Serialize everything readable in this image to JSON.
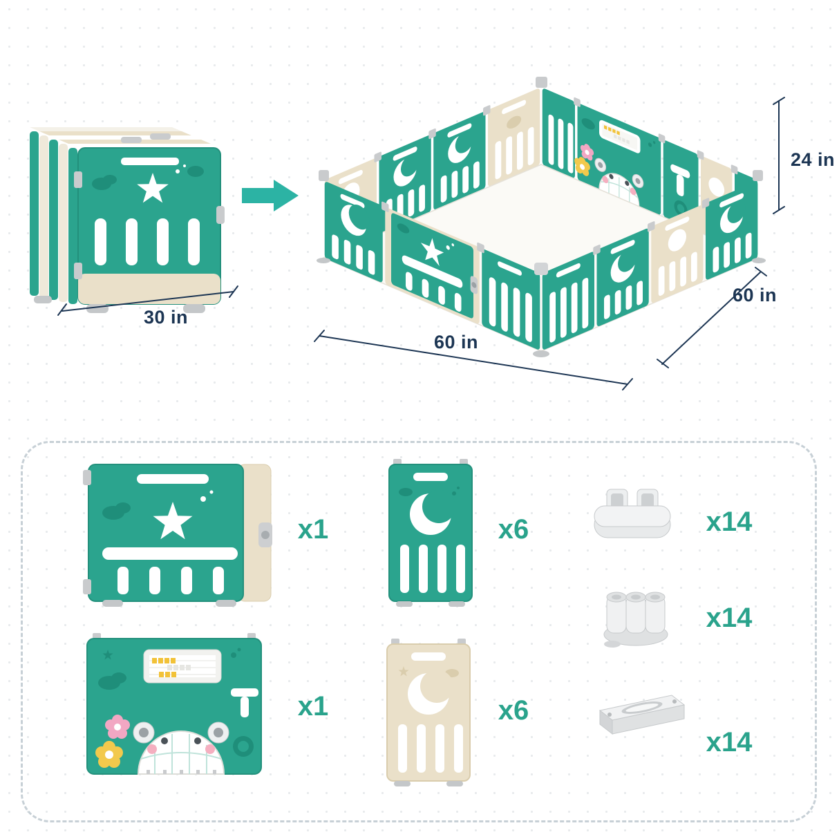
{
  "dimensions": {
    "folded_width": "30 in",
    "pen_height": "24 in",
    "pen_side": "60 in",
    "pen_front": "60 in"
  },
  "parts": [
    {
      "id": "door-panel",
      "qty": "x1"
    },
    {
      "id": "moon-panel-green",
      "qty": "x6"
    },
    {
      "id": "foot-base",
      "qty": "x14"
    },
    {
      "id": "activity-panel",
      "qty": "x1"
    },
    {
      "id": "moon-panel-beige",
      "qty": "x6"
    },
    {
      "id": "tube-connector",
      "qty": "x14"
    },
    {
      "id": "bar-connector",
      "qty": "x14"
    }
  ],
  "icons": {
    "arrow": "transform-arrow-right",
    "star_cutout": "star-icon",
    "moon_cutout": "crescent-moon-icon",
    "panda_face": "panda-face-icon",
    "abacus": "abacus-bead-toy-icon"
  },
  "colors": {
    "teal": "#2BA48E",
    "teal_dark": "#1F8E7A",
    "beige": "#EAE0C9",
    "beige_dark": "#DACDAD",
    "gray": "#C9CBCD",
    "arrow": "#2CB3A4",
    "dimension_text": "#1C3553",
    "qty_text": "#2AA38C",
    "dash_border": "#C7D0D6"
  }
}
